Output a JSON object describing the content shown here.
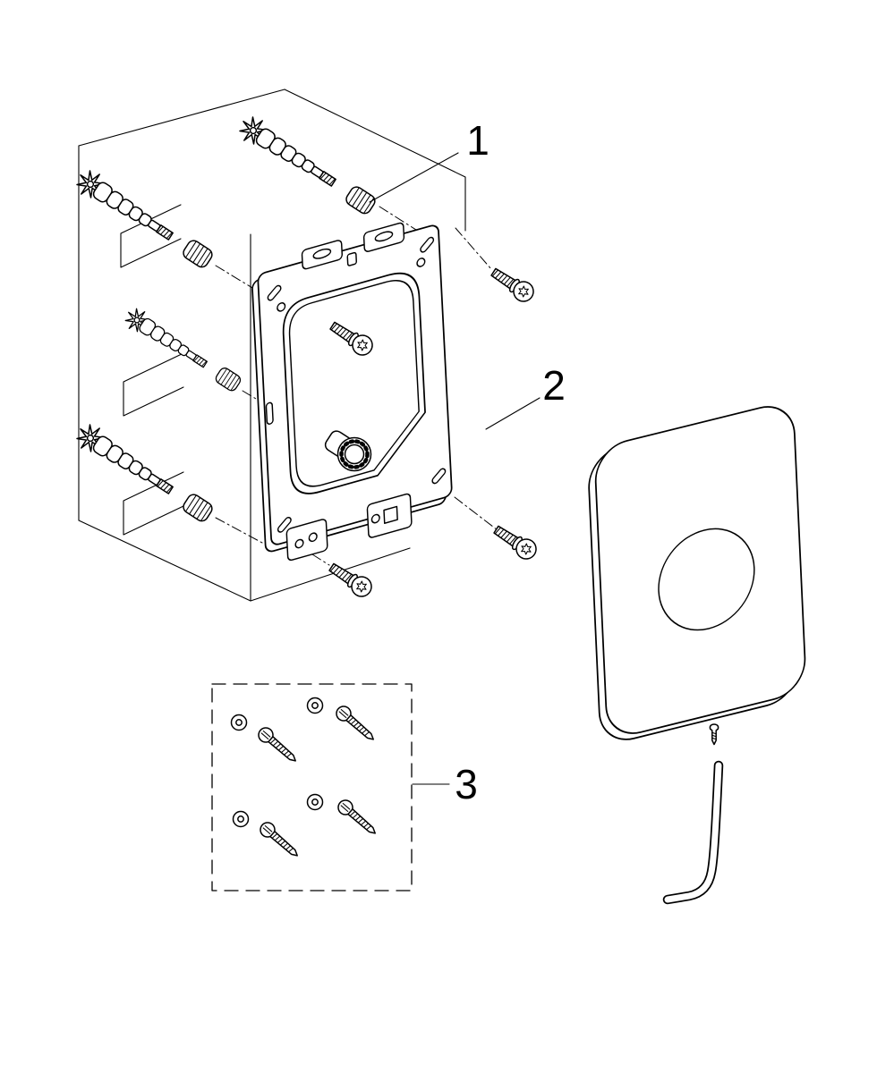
{
  "page": {
    "figure_type": "exploded-parts-installation-diagram",
    "background_color": "#ffffff",
    "line_color": "#000000"
  },
  "callouts": [
    {
      "id": "wall-anchor-extension-set",
      "label": "1"
    },
    {
      "id": "mounting-frame-assembly",
      "label": "2"
    },
    {
      "id": "screw-and-washer-set",
      "label": "3"
    }
  ]
}
